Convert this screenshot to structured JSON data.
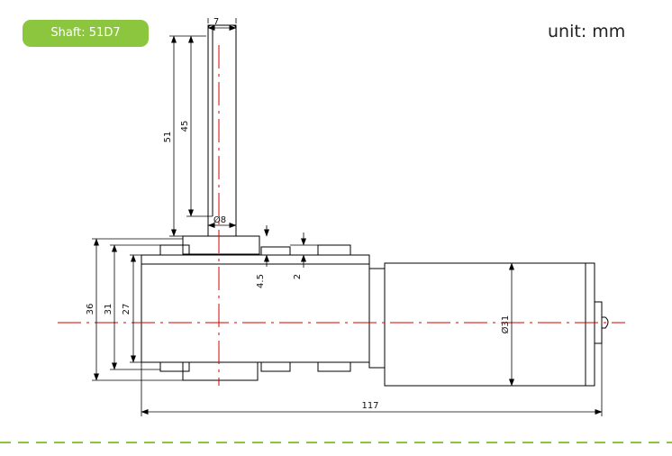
{
  "badge": {
    "label": "Shaft: 51D7",
    "color": "#8cc63f"
  },
  "unit_label": "unit: mm",
  "colors": {
    "line": "#000000",
    "centerline": "#d40000",
    "accent": "#8cc63f"
  },
  "dimensions": {
    "shaft_width": "7",
    "shaft_length": "51",
    "shaft_flat": "45",
    "shaft_diameter": "Ø8",
    "step_height": "4.5",
    "boss_height": "2",
    "body_height_outer": "36",
    "body_height_mid": "31",
    "body_height_inner": "27",
    "motor_diameter": "Ø31",
    "total_length": "117"
  }
}
